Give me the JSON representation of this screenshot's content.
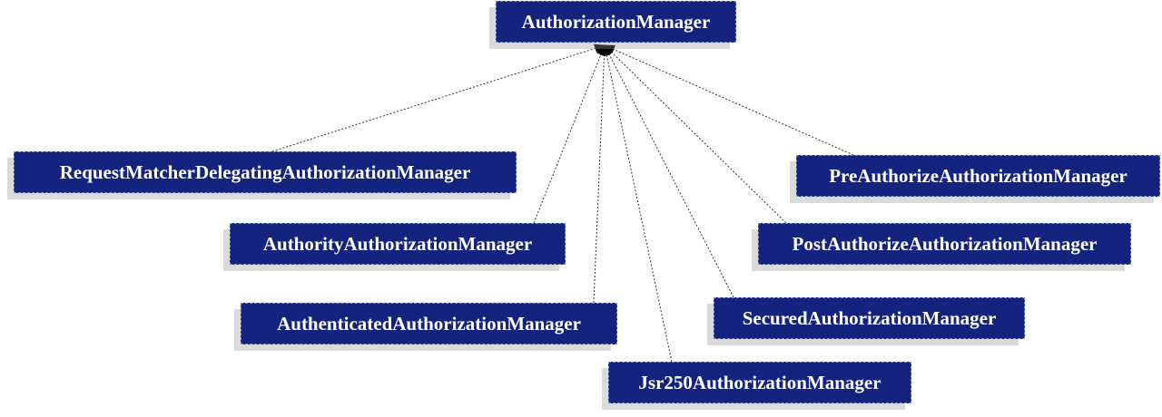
{
  "diagram": {
    "root": {
      "label": "AuthorizationManager"
    },
    "implementations": [
      {
        "id": "req",
        "label": "RequestMatcherDelegatingAuthorizationManager"
      },
      {
        "id": "auth",
        "label": "AuthorityAuthorizationManager"
      },
      {
        "id": "authn",
        "label": "AuthenticatedAuthorizationManager"
      },
      {
        "id": "jsr",
        "label": "Jsr250AuthorizationManager"
      },
      {
        "id": "secured",
        "label": "SecuredAuthorizationManager"
      },
      {
        "id": "post",
        "label": "PostAuthorizeAuthorizationManager"
      },
      {
        "id": "pre",
        "label": "PreAuthorizeAuthorizationManager"
      }
    ]
  },
  "colors": {
    "node_fill": "#14237d",
    "node_border": "#7f8fd0",
    "node_text": "#ffffff",
    "edge": "#333333",
    "arrowhead": "#000000"
  }
}
